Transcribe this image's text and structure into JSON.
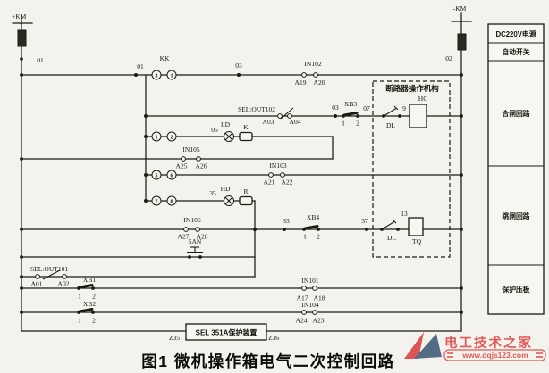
{
  "caption": "图1 微机操作箱电气二次控制回路",
  "watermark": {
    "name": "电工技术之家",
    "url": "www.dqjs123.com"
  },
  "side_panel": {
    "rows": [
      "DC220V电源",
      "自动开关",
      "合闸回路",
      "跳闸回路",
      "保护压板"
    ]
  },
  "supply": {
    "pos_fuse": "+KM",
    "neg_fuse": "-KM",
    "wire_pos": "01",
    "wire_neg": "02"
  },
  "mechanism": {
    "label": "断路器操作机构",
    "dl_close": "DL",
    "dl_close_terminal": "9",
    "close_coil": "HC",
    "dl_trip": "DL",
    "dl_trip_terminal": "13",
    "trip_coil": "TQ"
  },
  "row_close_cmd": {
    "wire_in": "01",
    "switch": "KK",
    "contact_a": "3",
    "contact_b": "1",
    "wire_out": "03",
    "input": "IN102",
    "term_a": "A19",
    "term_b": "A20"
  },
  "row_close_out": {
    "output": "SEL:OUT102",
    "term_a": "A03",
    "term_b": "A04",
    "wire": "03",
    "plate": "XB3",
    "plate_1": "1",
    "plate_2": "2",
    "wire_out": "07"
  },
  "row_green_lamp": {
    "contact_a": "1",
    "contact_b": "2",
    "wire": "05",
    "lamp": "LD",
    "relay": "K"
  },
  "row_in105": {
    "input": "IN105",
    "term_a": "A25",
    "term_b": "A26"
  },
  "row_in103": {
    "contact_a": "5",
    "contact_b": "6",
    "input": "IN103",
    "term_a": "A21",
    "term_b": "A22"
  },
  "row_red_lamp": {
    "contact_a": "7",
    "contact_b": "8",
    "wire": "35",
    "lamp": "HD",
    "relay": "R"
  },
  "row_trip": {
    "input": "IN106",
    "term_a": "A27",
    "term_b": "A28",
    "wire_33": "33",
    "plate": "XB4",
    "plate_1": "1",
    "plate_2": "2",
    "wire_37": "37"
  },
  "row_button": {
    "button": "5AN"
  },
  "row_trip_out": {
    "output": "SEL:OUT101",
    "term_a": "A01",
    "term_b": "A02"
  },
  "row_xb1": {
    "plate": "XB1",
    "plate_1": "1",
    "plate_2": "2",
    "input": "IN101",
    "term_a": "A17",
    "term_b": "A18"
  },
  "row_xb2": {
    "plate": "XB2",
    "plate_1": "1",
    "plate_2": "2",
    "input": "IN104",
    "term_a": "A24",
    "term_b": "A23"
  },
  "protection": {
    "term_left": "Z35",
    "device": "SEL 351A保护装置",
    "term_right": "Z36"
  }
}
